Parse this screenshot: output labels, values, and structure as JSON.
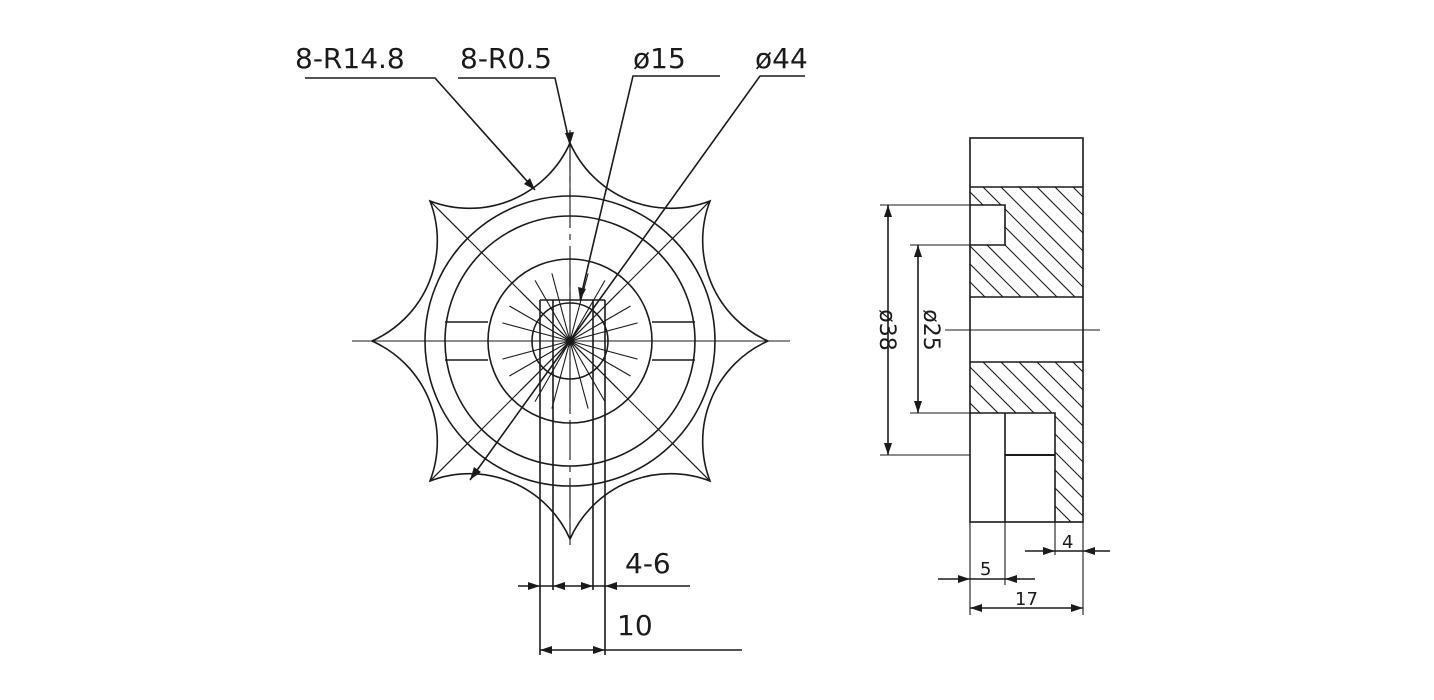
{
  "front_view": {
    "labels": {
      "arc_radius": "8-R14.8",
      "tip_radius": "8-R0.5",
      "inner_diameter": "ø15",
      "outer_diameter": "ø44",
      "slot_width": "4-6",
      "slot_span": "10"
    },
    "star_points": 8
  },
  "side_view": {
    "labels": {
      "big_diameter": "ø38",
      "small_diameter": "ø25",
      "width_5": "5",
      "width_4": "4",
      "width_17": "17"
    }
  }
}
